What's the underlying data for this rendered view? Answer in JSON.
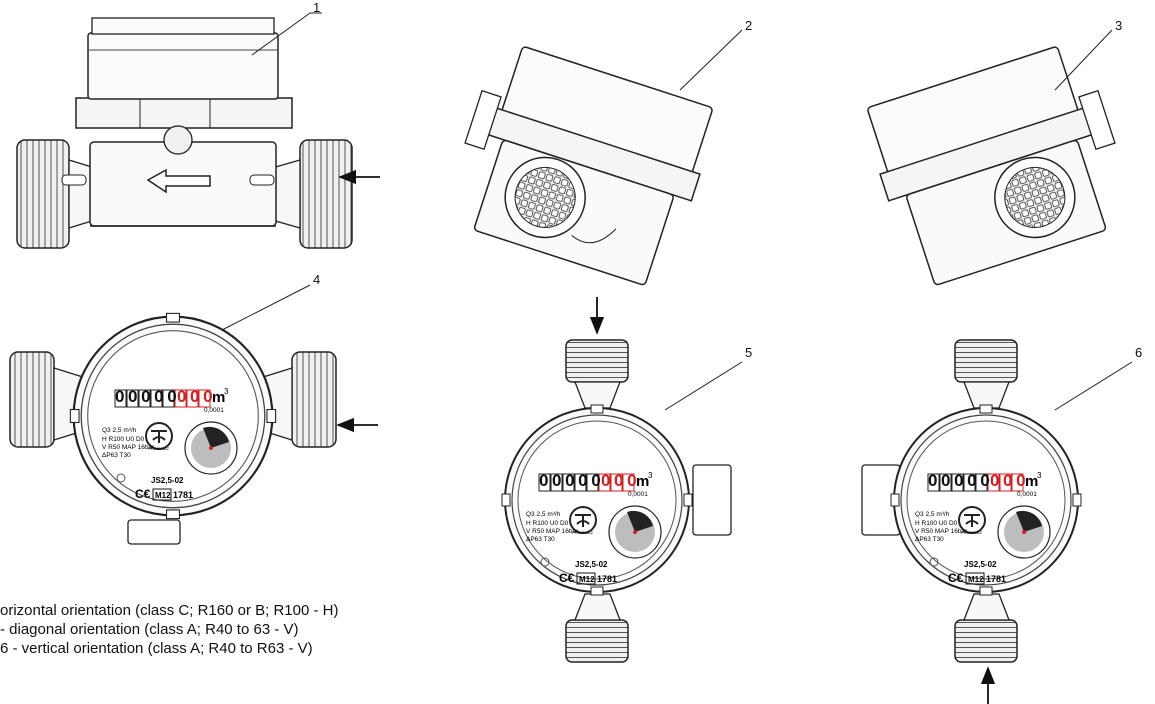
{
  "callouts": {
    "c1": "1",
    "c2": "2",
    "c3": "3",
    "c4": "4",
    "c5": "5",
    "c6": "6"
  },
  "meter": {
    "digits_black": "00000",
    "digits_red": "000",
    "unit": "m",
    "unit_sup": "3",
    "resolution": "0,0001",
    "flow_rate": "Q3 2,5 m³/h",
    "h_line": "H R100 U0 D0",
    "v_line": "V R50 MAP 16bar",
    "dp_line": "ΔP63 T30",
    "model": "JS2,5-02",
    "ce_mark": "C€",
    "m_mark": "M12",
    "cert_no": "1781",
    "brand": "POWOGAZ"
  },
  "legend": {
    "line1": "orizontal orientation (class C; R160 or B; R100 - H)",
    "line2": "- diagonal orientation (class A; R40 to 63 - V)",
    "line3": "6 - vertical orientation (class A; R40 to R63 - V)"
  },
  "colors": {
    "red_digit": "#d42020",
    "line": "#2a2a2a",
    "fill": "#f4f4f4",
    "gray": "#9a9a9a"
  }
}
